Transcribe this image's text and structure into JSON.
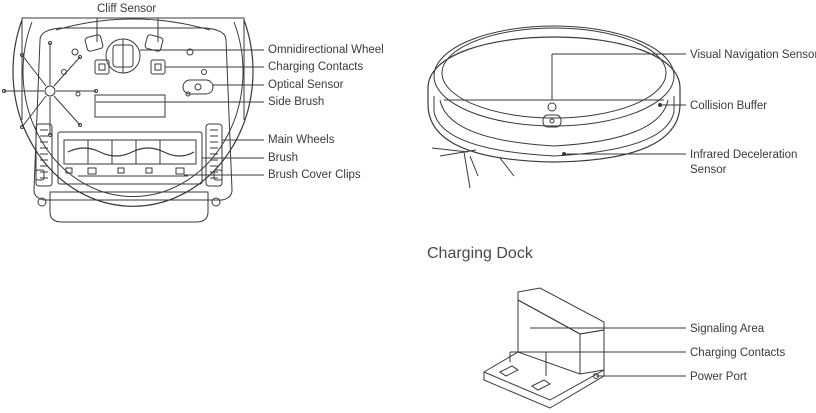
{
  "bottom_view": {
    "cliff_sensor": "Cliff Sensor",
    "labels": [
      "Omnidirectional Wheel",
      "Charging Contacts",
      "Optical Sensor",
      "Side Brush",
      "Main Wheels",
      "Brush",
      "Brush Cover Clips"
    ]
  },
  "top_view": {
    "labels": [
      "Visual Navigation Sensor",
      "Collision Buffer",
      "Infrared Deceleration",
      "Sensor"
    ]
  },
  "dock": {
    "title": "Charging Dock",
    "labels": [
      "Signaling Area",
      "Charging Contacts",
      "Power Port"
    ]
  },
  "colors": {
    "line": "#3a3a3a",
    "text": "#3a3a3a"
  }
}
